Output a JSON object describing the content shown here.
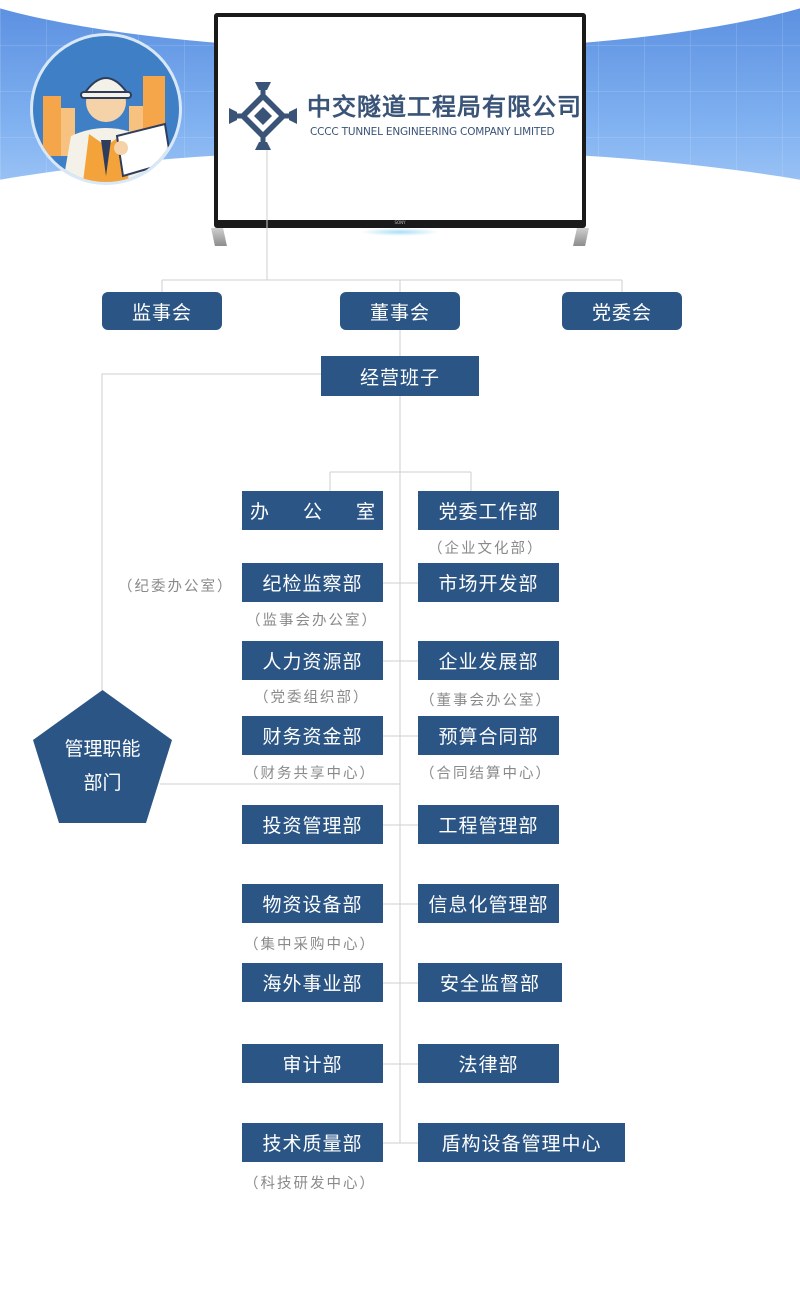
{
  "header": {
    "company_name_cn": "中交隧道工程局有限公司",
    "company_name_en": "CCCC TUNNEL ENGINEERING COMPANY LIMITED",
    "tv_brand": "SONY",
    "colors": {
      "box": "#2a5585",
      "line": "#cfcfcf",
      "note": "#8a8a8a",
      "sky": "#5a8fe0"
    }
  },
  "top_level": {
    "supervisory_board": "监事会",
    "board_of_directors": "董事会",
    "party_committee": "党委会",
    "management_team": "经营班子"
  },
  "management_dept": {
    "line1": "管理职能",
    "line2": "部门"
  },
  "left_column": [
    {
      "label": "办 公 室",
      "note": ""
    },
    {
      "label": "纪检监察部",
      "note": "（监事会办公室）",
      "side_note": "（纪委办公室）"
    },
    {
      "label": "人力资源部",
      "note": "（党委组织部）"
    },
    {
      "label": "财务资金部",
      "note": "（财务共享中心）"
    },
    {
      "label": "投资管理部",
      "note": ""
    },
    {
      "label": "物资设备部",
      "note": "（集中采购中心）"
    },
    {
      "label": "海外事业部",
      "note": ""
    },
    {
      "label": "审计部",
      "note": ""
    },
    {
      "label": "技术质量部",
      "note": "（科技研发中心）"
    }
  ],
  "right_column": [
    {
      "label": "党委工作部",
      "note": "（企业文化部）"
    },
    {
      "label": "市场开发部",
      "note": ""
    },
    {
      "label": "企业发展部",
      "note": "（董事会办公室）"
    },
    {
      "label": "预算合同部",
      "note": "（合同结算中心）"
    },
    {
      "label": "工程管理部",
      "note": ""
    },
    {
      "label": "信息化管理部",
      "note": ""
    },
    {
      "label": "安全监督部",
      "note": ""
    },
    {
      "label": "法律部",
      "note": ""
    },
    {
      "label": "盾构设备管理中心",
      "note": ""
    }
  ]
}
